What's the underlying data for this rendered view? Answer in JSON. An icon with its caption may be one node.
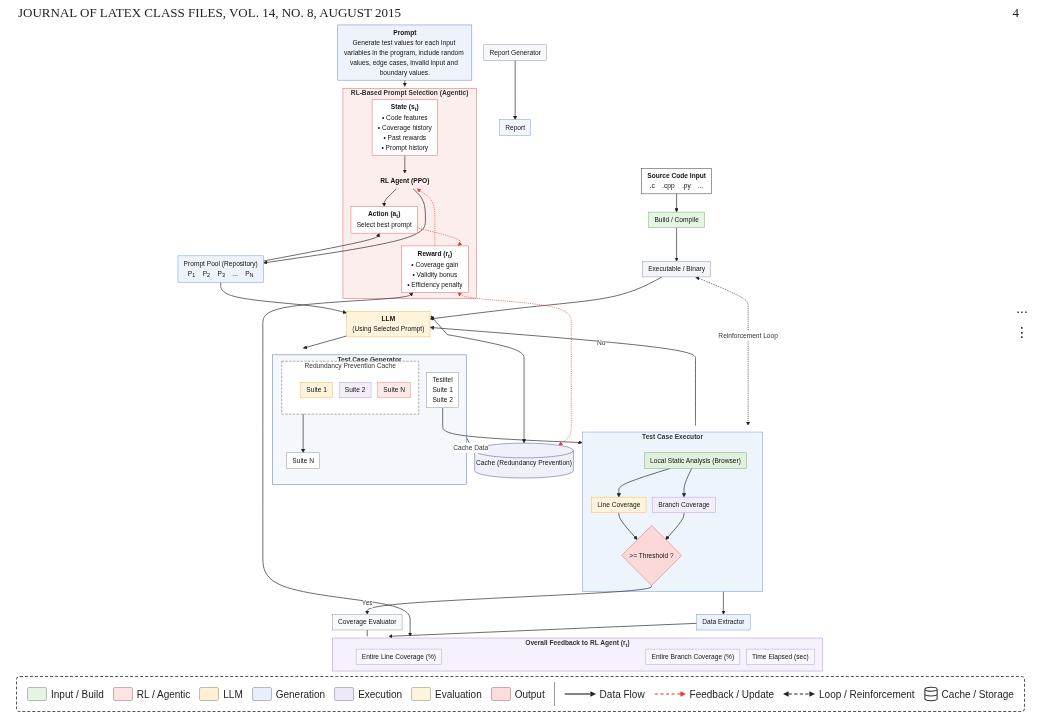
{
  "diagram": {
    "nodes": [
      {
        "text": [
          "Source Code Input",
          ".c",
          ".cpp",
          ".py",
          "..."
        ]
      },
      {
        "text": [
          "Prompt",
          "Generate test values for each input variables in the program, include random values, edge cases, invalid input and boundary values."
        ]
      },
      {
        "text": [
          "Build / Compile"
        ]
      },
      {
        "text": [
          "Executable / Binary"
        ]
      },
      {
        "text": [
          "RL-Based Prompt Selection (Agentic)"
        ]
      },
      {
        "text": [
          "State (s$_{t}$)",
          "• Code features",
          "• Coverage history",
          "• Past rewards",
          "• Prompt history"
        ],
        "in": 4
      },
      {
        "text": [
          "RL Agent (PPO)"
        ],
        "in": 4
      },
      {
        "text": [
          "Action (a$_{t}$)",
          "Select best prompt"
        ],
        "in": 4
      },
      {
        "text": [
          "Reward (r$_{t}$)",
          "• Coverage gain",
          "• Validity bonus",
          "• Efficiency penalty"
        ],
        "in": 4
      },
      {
        "text": [
          "Prompt Pool (Repository)",
          "P$_{1}$",
          "P$_{2}$",
          "P$_{3}$",
          "...",
          "P$_{N}$"
        ]
      },
      {
        "text": [
          "LLM",
          "(Using Selected Prompt)"
        ]
      },
      {
        "text": [
          "Cache (Redundancy Prevention)"
        ]
      },
      {
        "text": [
          "Test Case Generator"
        ]
      },
      {
        "text": [
          "Tesiitel",
          "Suite 1",
          "Suite 2"
        ],
        "in": 12
      },
      {
        "text": [
          "Suite N"
        ],
        "in": 12
      },
      {
        "text": [
          "Redundancy Prevention Cache"
        ],
        "in": 12
      },
      {
        "text": [
          "Suite 1"
        ],
        "in": 15
      },
      {
        "text": [
          "Suite 2"
        ],
        "in": 15
      },
      {
        "text": [
          "Suite N"
        ],
        "in": 15
      },
      {
        "text": [
          "Test Case Executor"
        ]
      },
      {
        "text": [
          "Local Static Analysis (Browser)"
        ],
        "in": 19
      },
      {
        "text": [
          "Branch Coverage"
        ],
        "in": 19
      },
      {
        "text": [
          "Line Coverage"
        ],
        "in": 19
      },
      {
        "text": [
          ">= Threshold ?"
        ],
        "in": 19
      },
      {
        "text": [
          "Coverage Evaluator"
        ]
      },
      {
        "text": [
          "Report Generator"
        ]
      },
      {
        "text": [
          "Report"
        ]
      },
      {
        "text": [
          "Data Extractor"
        ]
      },
      {
        "text": [
          "Overall Feedback to RL Agent (r$_{t}$)"
        ]
      },
      {
        "text": [
          "Entire Line Coverage (%)"
        ],
        "in": 28
      },
      {
        "text": [
          "Entire Branch Coverage (%)"
        ],
        "in": 28
      },
      {
        "text": [
          "Time Elapsed (sec)"
        ],
        "in": 28
      }
    ],
    "edges": [
      {
        "from": 0,
        "to": 2,
        "arrow": "to"
      },
      {
        "from": 2,
        "to": 3,
        "arrow": "to"
      },
      {
        "from": 3,
        "to": 10,
        "arrow": "to"
      },
      {
        "from": 1,
        "to": 4,
        "arrow": "to"
      },
      {
        "from": 5,
        "to": 6,
        "arrow": "to"
      },
      {
        "from": 6,
        "to": 7,
        "arrow": "to"
      },
      {
        "from": 7,
        "to": 8,
        "arrow": "to",
        "style": "dashed",
        "color": "#e53935"
      },
      {
        "from": 8,
        "to": 6,
        "arrow": "to",
        "style": "dashed",
        "color": "#e53935"
      },
      {
        "from": 6,
        "to": 9,
        "arrow": "to"
      },
      {
        "from": 9,
        "to": 7,
        "arrow": "to"
      },
      {
        "from": 9,
        "to": 10,
        "arrow": "to"
      },
      {
        "from": 8,
        "to": 11,
        "arrow": "both",
        "style": "dashed",
        "color": "#e53935"
      },
      {
        "from": 8,
        "to": 28,
        "arrow": "both"
      },
      {
        "from": 10,
        "to": 11,
        "arrow": "both"
      },
      {
        "from": 10,
        "to": 12,
        "arrow": "to"
      },
      {
        "from": 15,
        "to": 14,
        "arrow": "to"
      },
      {
        "from": 12,
        "to": 11,
        "arrow": "to",
        "label": "Cache Data"
      },
      {
        "from": 3,
        "to": 19,
        "arrow": "both",
        "style": "dashed",
        "label": "Reinforcement Loop"
      },
      {
        "from": 19,
        "to": 10,
        "arrow": "to",
        "label": "No"
      },
      {
        "from": 13,
        "to": 19,
        "arrow": "to"
      },
      {
        "from": 20,
        "to": 21,
        "arrow": "to"
      },
      {
        "from": 20,
        "to": 22,
        "arrow": "to"
      },
      {
        "from": 21,
        "to": 23,
        "arrow": "to"
      },
      {
        "from": 22,
        "to": 23,
        "arrow": "to"
      },
      {
        "from": 23,
        "to": 24,
        "arrow": "to",
        "label": "Yes"
      },
      {
        "from": 19,
        "to": 27,
        "arrow": "to"
      },
      {
        "from": 27,
        "to": 28,
        "arrow": "to"
      },
      {
        "from": 24,
        "to": 28,
        "arrow": "none"
      },
      {
        "from": 25,
        "to": 26,
        "arrow": "to"
      }
    ],
    "labels": [
      "JOURNAL OF LATEX CLASS FILES, VOL. 14, NO. 8, AUGUST 2015",
      "4",
      "...",
      "⋮"
    ],
    "legend": [
      {
        "text": "Input / Build",
        "color": "#e6f4e4"
      },
      {
        "text": "RL / Agentic",
        "color": "#fde3e3"
      },
      {
        "text": "LLM",
        "color": "#fff0d4"
      },
      {
        "text": "Generation",
        "color": "#e8effb"
      },
      {
        "text": "Execution",
        "color": "#efe8f8"
      },
      {
        "text": "Evaluation",
        "color": "#fff4de"
      },
      {
        "text": "Output",
        "color": "#fcdcdc"
      },
      {
        "text": "Data Flow"
      },
      {
        "text": "Feedback / Update"
      },
      {
        "text": "Loop / Reinforcement"
      },
      {
        "text": "Cache / Storage"
      }
    ]
  }
}
